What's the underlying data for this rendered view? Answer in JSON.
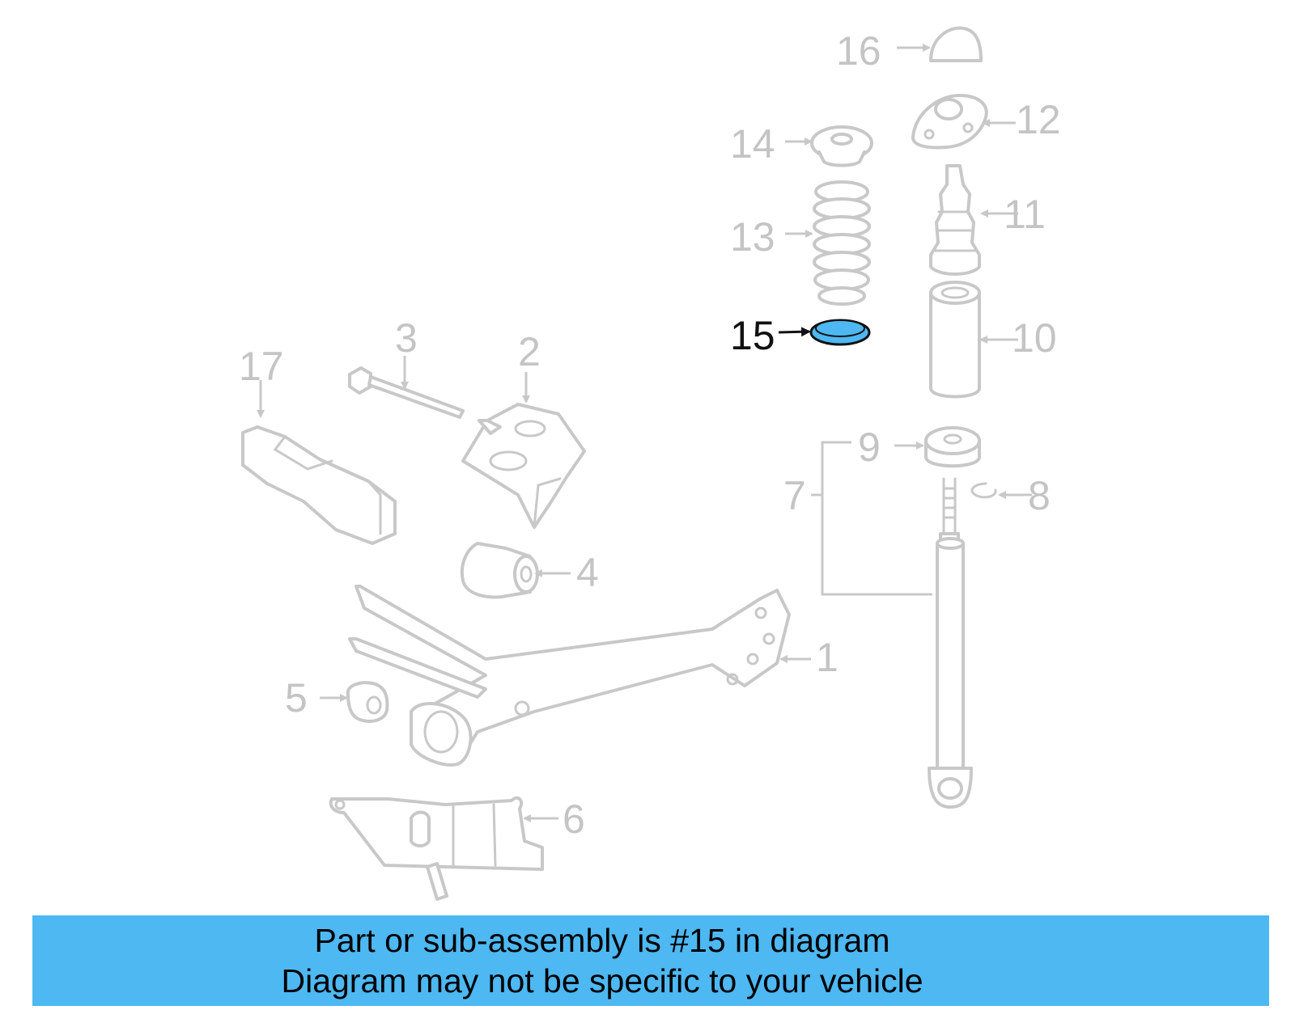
{
  "callouts": {
    "c1": "1",
    "c2": "2",
    "c3": "3",
    "c4": "4",
    "c5": "5",
    "c6": "6",
    "c7": "7",
    "c8": "8",
    "c9": "9",
    "c10": "10",
    "c11": "11",
    "c12": "12",
    "c13": "13",
    "c14": "14",
    "c15": "15",
    "c16": "16",
    "c17": "17"
  },
  "highlighted_part": "15",
  "colors": {
    "highlight": "#4db8f2",
    "line_art": "#c8c8c8",
    "banner": "#4db8f2"
  },
  "banner": {
    "line1": "Part or sub-assembly is #15 in diagram",
    "line2": "Diagram may not be specific to your vehicle"
  }
}
